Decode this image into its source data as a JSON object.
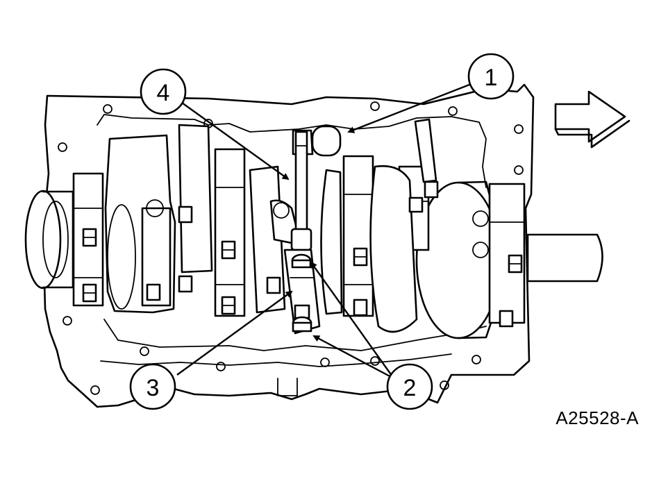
{
  "figure_id": "A25528-A",
  "callouts": [
    {
      "label": "1"
    },
    {
      "label": "2"
    },
    {
      "label": "3"
    },
    {
      "label": "4"
    }
  ],
  "colors": {
    "ink": "#000000",
    "paper": "#ffffff"
  },
  "icons": {
    "direction_arrow": "right-arrow-icon"
  }
}
